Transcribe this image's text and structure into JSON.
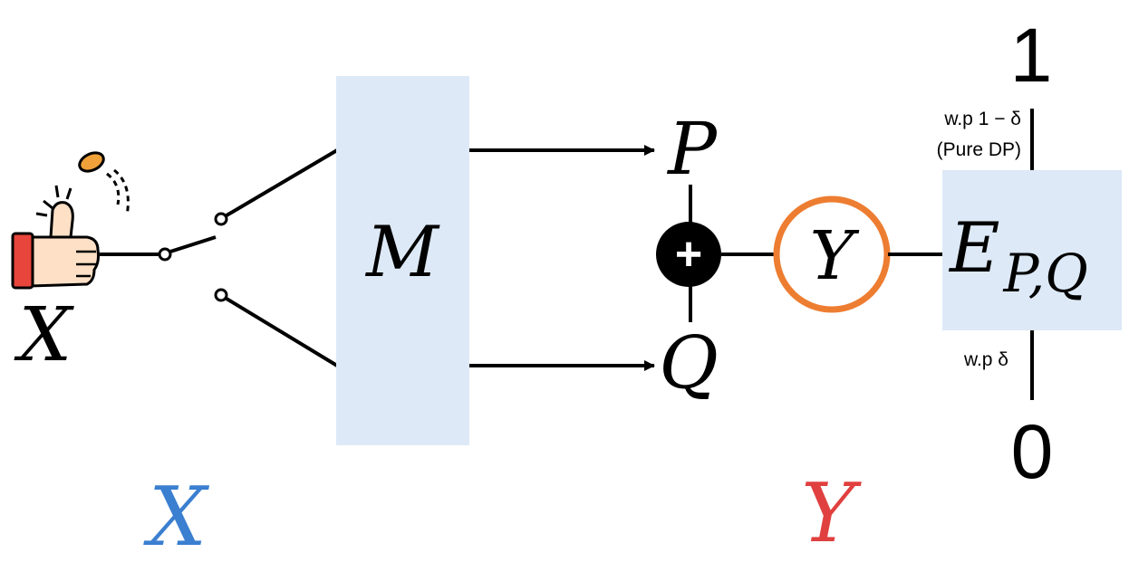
{
  "input_label": "X",
  "mechanism_label": "M",
  "output_p_label": "P",
  "output_q_label": "Q",
  "combined_label": "Y",
  "test_label_main": "E",
  "test_label_sub": "P,Q",
  "outcome_one_label": "1",
  "outcome_zero_label": "0",
  "prob_top_line1": "w.p 1 − δ",
  "prob_top_line2": "(Pure DP)",
  "prob_bottom": "w.p δ",
  "input_space_label": "X",
  "output_space_label": "Y",
  "plus_symbol": "+",
  "colors": {
    "box_fill": "#dde9f6",
    "circle_stroke": "#ed7d31",
    "input_space": "#3a7fd0",
    "output_space": "#e0403f",
    "thumb_skin": "#fde0c6",
    "cuff": "#e8453c",
    "coin": "#f0a13a"
  },
  "icons": [
    "thumbs-up-coin-flip-icon"
  ]
}
